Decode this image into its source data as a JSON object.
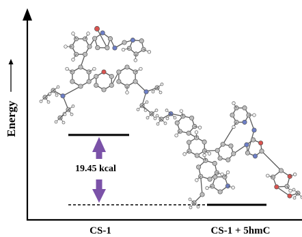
{
  "y_axis_label": "Energy",
  "levels": [
    {
      "label": "CS-1"
    },
    {
      "label": "CS-1 + 5hmC"
    }
  ],
  "energy_gap": {
    "value": 19.45,
    "unit": "kcal",
    "text": "19.45 kcal"
  },
  "colors": {
    "axis": "#000000",
    "arrow": "#7b52a8",
    "bond": "#5a5a5a",
    "carbon": "#bdbdbd",
    "nitrogen": "#6d7fc7",
    "oxygen": "#d9534f",
    "hydrogen": "#f2f2f2"
  }
}
